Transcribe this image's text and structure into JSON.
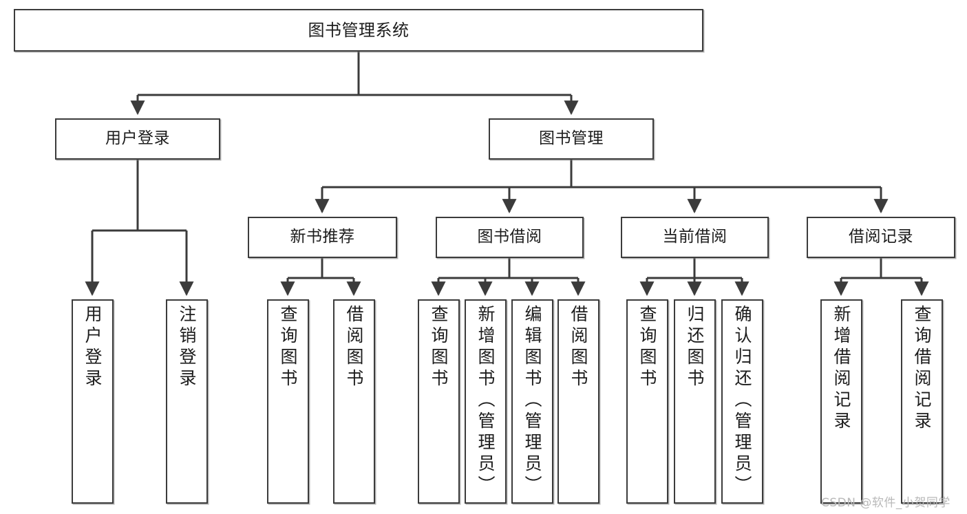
{
  "diagram": {
    "type": "tree-hierarchy",
    "title": "图书管理系统",
    "background_color": "#ffffff",
    "box_border_color": "#3b3b3b",
    "connector_color": "#3b3b3b",
    "text_color": "#1c1c1c"
  },
  "nodes": {
    "root": {
      "label": "图书管理系统",
      "level": 1
    },
    "level2": [
      {
        "id": "user-login",
        "label": "用户登录"
      },
      {
        "id": "book-management",
        "label": "图书管理"
      }
    ],
    "level3": [
      {
        "id": "new-book-recommend",
        "label": "新书推荐"
      },
      {
        "id": "book-borrow",
        "label": "图书借阅"
      },
      {
        "id": "current-borrow",
        "label": "当前借阅"
      },
      {
        "id": "borrow-record",
        "label": "借阅记录"
      }
    ],
    "leaves": {
      "user_login": [
        {
          "id": "leaf-user-login",
          "label": "用户登录"
        },
        {
          "id": "leaf-logout-login",
          "label": "注销登录"
        }
      ],
      "new_book_recommend": [
        {
          "id": "leaf-query-book-1",
          "label": "查询图书"
        },
        {
          "id": "leaf-borrow-book-1",
          "label": "借阅图书"
        }
      ],
      "book_borrow": [
        {
          "id": "leaf-query-book-2",
          "label": "查询图书"
        },
        {
          "id": "leaf-add-book",
          "label": "新增图书（管理员）"
        },
        {
          "id": "leaf-edit-book",
          "label": "编辑图书（管理员）"
        },
        {
          "id": "leaf-borrow-book-2",
          "label": "借阅图书"
        }
      ],
      "current_borrow": [
        {
          "id": "leaf-query-book-3",
          "label": "查询图书"
        },
        {
          "id": "leaf-return-book",
          "label": "归还图书"
        },
        {
          "id": "leaf-confirm-return",
          "label": "确认归还（管理员）"
        }
      ],
      "borrow_record": [
        {
          "id": "leaf-add-record",
          "label": "新增借阅记录"
        },
        {
          "id": "leaf-query-record",
          "label": "查询借阅记录"
        }
      ]
    }
  },
  "watermark": {
    "text": "CSDN @软件_小贺同学"
  }
}
